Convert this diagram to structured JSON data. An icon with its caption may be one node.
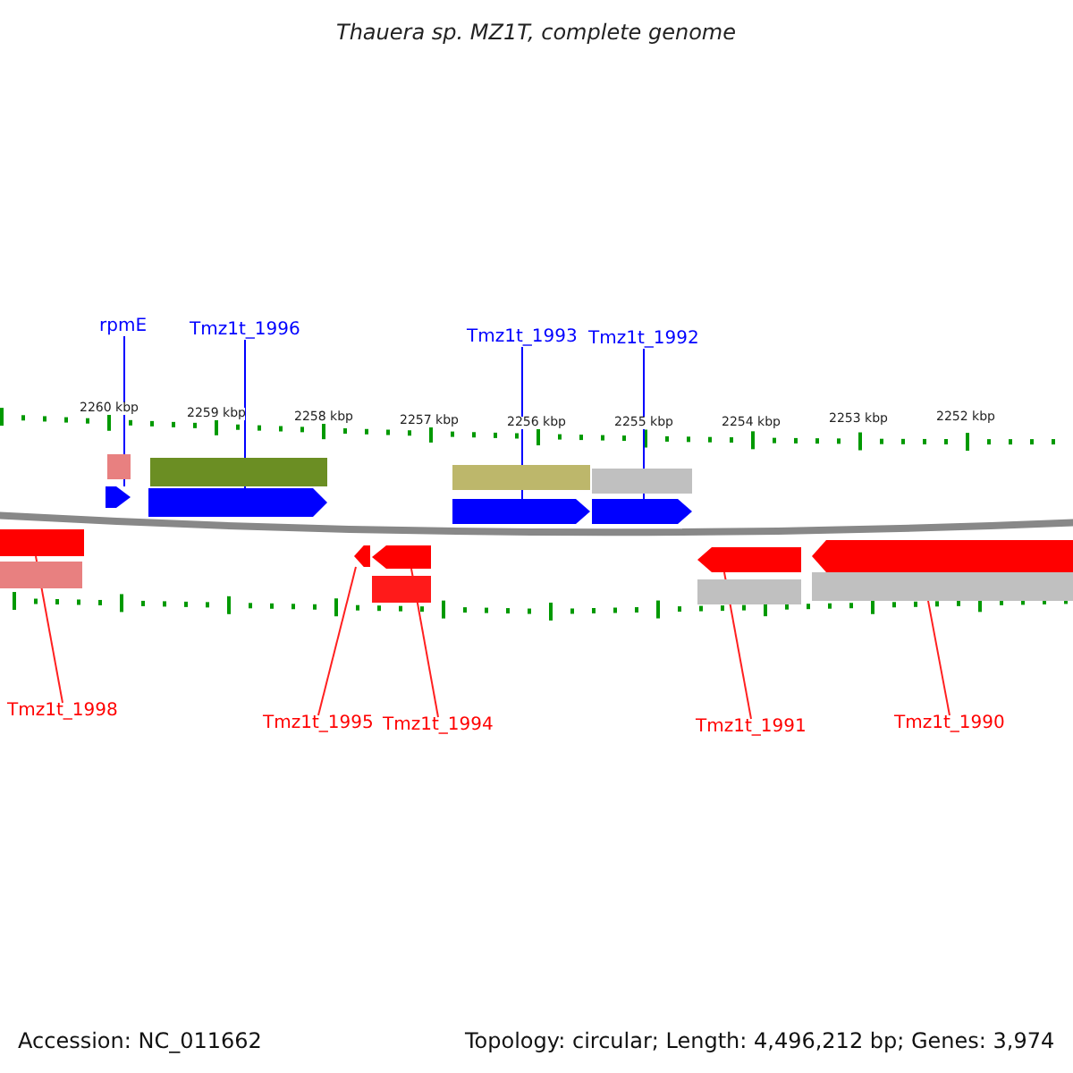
{
  "diagram": {
    "title": "Thauera sp. MZ1T, complete genome",
    "nodes": [
      {
        "text": [
          "rpmE"
        ]
      },
      {
        "text": [
          "Tmz1t_1996"
        ]
      },
      {
        "text": [
          "Tmz1t_1993"
        ]
      },
      {
        "text": [
          "Tmz1t_1992"
        ]
      },
      {
        "text": [
          "Tmz1t_1998"
        ]
      },
      {
        "text": [
          "Tmz1t_1995"
        ]
      },
      {
        "text": [
          "Tmz1t_1994"
        ]
      },
      {
        "text": [
          "Tmz1t_1991"
        ]
      },
      {
        "text": [
          "Tmz1t_1990"
        ]
      },
      {
        "text": [],
        "shape": "arrow"
      },
      {
        "text": [],
        "shape": "arrow"
      },
      {
        "text": [],
        "shape": "arrow"
      },
      {
        "text": [],
        "shape": "arrow"
      },
      {
        "text": [],
        "shape": "arrow"
      },
      {
        "text": [],
        "shape": "arrow"
      },
      {
        "text": [],
        "shape": "arrow"
      },
      {
        "text": [],
        "shape": "arrow"
      },
      {
        "text": [],
        "shape": "arrow"
      },
      {
        "text": [],
        "shape": "bar"
      },
      {
        "text": [],
        "shape": "bar"
      },
      {
        "text": [],
        "shape": "bar"
      },
      {
        "text": [],
        "shape": "bar"
      },
      {
        "text": [],
        "shape": "bar"
      },
      {
        "text": [],
        "shape": "bar"
      },
      {
        "text": [],
        "shape": "bar"
      },
      {
        "text": [],
        "shape": "bar"
      }
    ],
    "edges": [
      {
        "from": 0,
        "to": 9,
        "arrow": "none",
        "color": "#0000ff"
      },
      {
        "from": 1,
        "to": 10,
        "arrow": "none",
        "color": "#0000ff"
      },
      {
        "from": 2,
        "to": 11,
        "arrow": "none",
        "color": "#0000ff"
      },
      {
        "from": 3,
        "to": 12,
        "arrow": "none",
        "color": "#0000ff"
      },
      {
        "from": 4,
        "to": 13,
        "arrow": "none"
      },
      {
        "from": 5,
        "to": 14,
        "arrow": "none"
      },
      {
        "from": 6,
        "to": 15,
        "arrow": "none"
      },
      {
        "from": 7,
        "to": 16,
        "arrow": "none"
      },
      {
        "from": 8,
        "to": 17,
        "arrow": "none"
      }
    ],
    "labels": [
      "2260 kbp",
      "2259 kbp",
      "2258 kbp",
      "2257 kbp",
      "2256 kbp",
      "2255 kbp",
      "2254 kbp",
      "2253 kbp",
      "2252 kbp",
      "Accession: NC_011662",
      "Topology: circular; Length: 4,496,212 bp; Genes: 3,974"
    ]
  }
}
